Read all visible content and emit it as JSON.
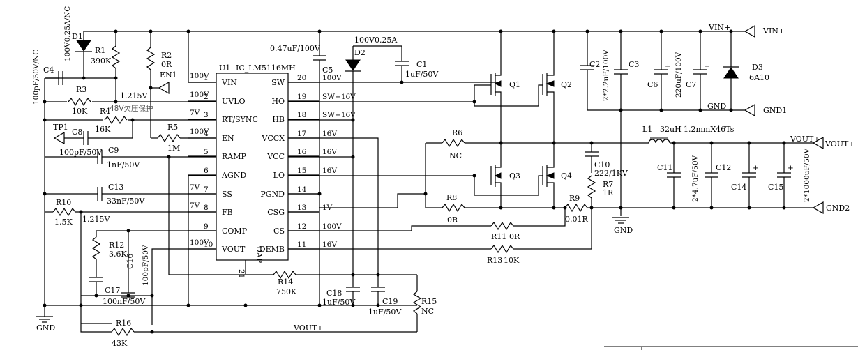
{
  "ic": {
    "ref": "U1",
    "part": "IC_LM5116MH",
    "dap": "DAP",
    "dap_pin": "21",
    "pins_left": [
      {
        "num": "1",
        "name": "VIN",
        "net": "100V"
      },
      {
        "num": "2",
        "name": "UVLO",
        "net": "100V"
      },
      {
        "num": "3",
        "name": "RT/SYNC",
        "net": "7V"
      },
      {
        "num": "4",
        "name": "EN",
        "net": "100V"
      },
      {
        "num": "5",
        "name": "RAMP",
        "net": ""
      },
      {
        "num": "6",
        "name": "AGND",
        "net": ""
      },
      {
        "num": "7",
        "name": "SS",
        "net": "7V"
      },
      {
        "num": "8",
        "name": "FB",
        "net": "7V"
      },
      {
        "num": "9",
        "name": "COMP",
        "net": ""
      },
      {
        "num": "10",
        "name": "VOUT",
        "net": "100V"
      }
    ],
    "pins_right": [
      {
        "num": "20",
        "name": "SW",
        "net": "100V"
      },
      {
        "num": "19",
        "name": "HO",
        "net": "SW+16V"
      },
      {
        "num": "18",
        "name": "HB",
        "net": "SW+16V"
      },
      {
        "num": "17",
        "name": "VCCX",
        "net": "16V"
      },
      {
        "num": "16",
        "name": "VCC",
        "net": "16V"
      },
      {
        "num": "15",
        "name": "LO",
        "net": "16V"
      },
      {
        "num": "14",
        "name": "PGND",
        "net": ""
      },
      {
        "num": "13",
        "name": "CSG",
        "net": "1V"
      },
      {
        "num": "12",
        "name": "CS",
        "net": "100V"
      },
      {
        "num": "11",
        "name": "DEMB",
        "net": "16V"
      }
    ]
  },
  "labels": {
    "d1_ref": "D1",
    "d1_val": "100V0.25A/NC",
    "r1_ref": "R1",
    "r1_val": "390K",
    "r2_ref": "R2",
    "r2_val": "0R",
    "en1": "EN1",
    "c4_ref": "C4",
    "c4_val": "100pF/50V/NC",
    "r3_ref": "R3",
    "r3_val": "10K",
    "v1215_a": "1.215V",
    "r4_ref": "R4",
    "r4_note": "48V欠压保护",
    "r4_val": "16K",
    "tp1": "TP1",
    "c8_ref": "C8",
    "c8_val": "100pF/50V",
    "r5_ref": "R5",
    "r5_val": "1M",
    "c9_ref": "C9",
    "c9_val": "1nF/50V",
    "c13_ref": "C13",
    "c13_val": "33nF/50V",
    "r10_ref": "R10",
    "r10_val": "1.5K",
    "v1215_b": "1.215V",
    "r12_ref": "R12",
    "r12_val": "3.6K",
    "c16_ref": "C16",
    "c16_val": "100pF/50V",
    "c17_ref": "C17",
    "c17_val": "100nF/50V",
    "gnd_a": "GND",
    "r16_ref": "R16",
    "r16_val": "43K",
    "vout_net": "VOUT+",
    "c5_val": "0.47uF/100V",
    "c5_ref": "C5",
    "d2_val": "100V0.25A",
    "d2_ref": "D2",
    "c1_ref": "C1",
    "c1_val": "1uF/50V",
    "q1": "Q1",
    "q2": "Q2",
    "q3": "Q3",
    "q4": "Q4",
    "r6_ref": "R6",
    "r6_val": "NC",
    "r8_ref": "R8",
    "r8_val": "0R",
    "r9_ref": "R9",
    "r9_val": "0.01R",
    "r7_ref": "R7",
    "r7_val": "1R",
    "c10_ref": "C10",
    "c10_val": "222/1KV",
    "r11_ref": "R11",
    "r11_val": "0R",
    "r13_ref": "R13",
    "r13_val": "10K",
    "r14_ref": "R14",
    "r14_val": "750K",
    "c18_ref": "C18",
    "c18_val": "1uF/50V",
    "c19_ref": "C19",
    "c19_val": "1uF/50V",
    "r15_ref": "R15",
    "r15_val": "NC",
    "c2_ref": "C2",
    "c3_ref": "C3",
    "c2_val": "2*2.2uF/100V",
    "c6_ref": "C6",
    "c7_ref": "C7",
    "c67_val": "220uF/100V",
    "d3_ref": "D3",
    "d3_val": "6A10",
    "vin_net": "VIN+",
    "vin_port": "VIN+",
    "gnd_net": "GND",
    "gnd1": "GND1",
    "l1_ref": "L1",
    "l1_val": "32uH",
    "l1_spec": "1.2mmX46Ts",
    "vout_net2": "VOUT+",
    "vout_port": "VOUT+",
    "c11_ref": "C11",
    "c12_ref": "C12",
    "c1112_val": "2*4.7uF/50V",
    "c14_ref": "C14",
    "c15_ref": "C15",
    "c1415_val": "2*1000uF/50V",
    "gnd2": "GND2",
    "gnd_b": "GND"
  }
}
